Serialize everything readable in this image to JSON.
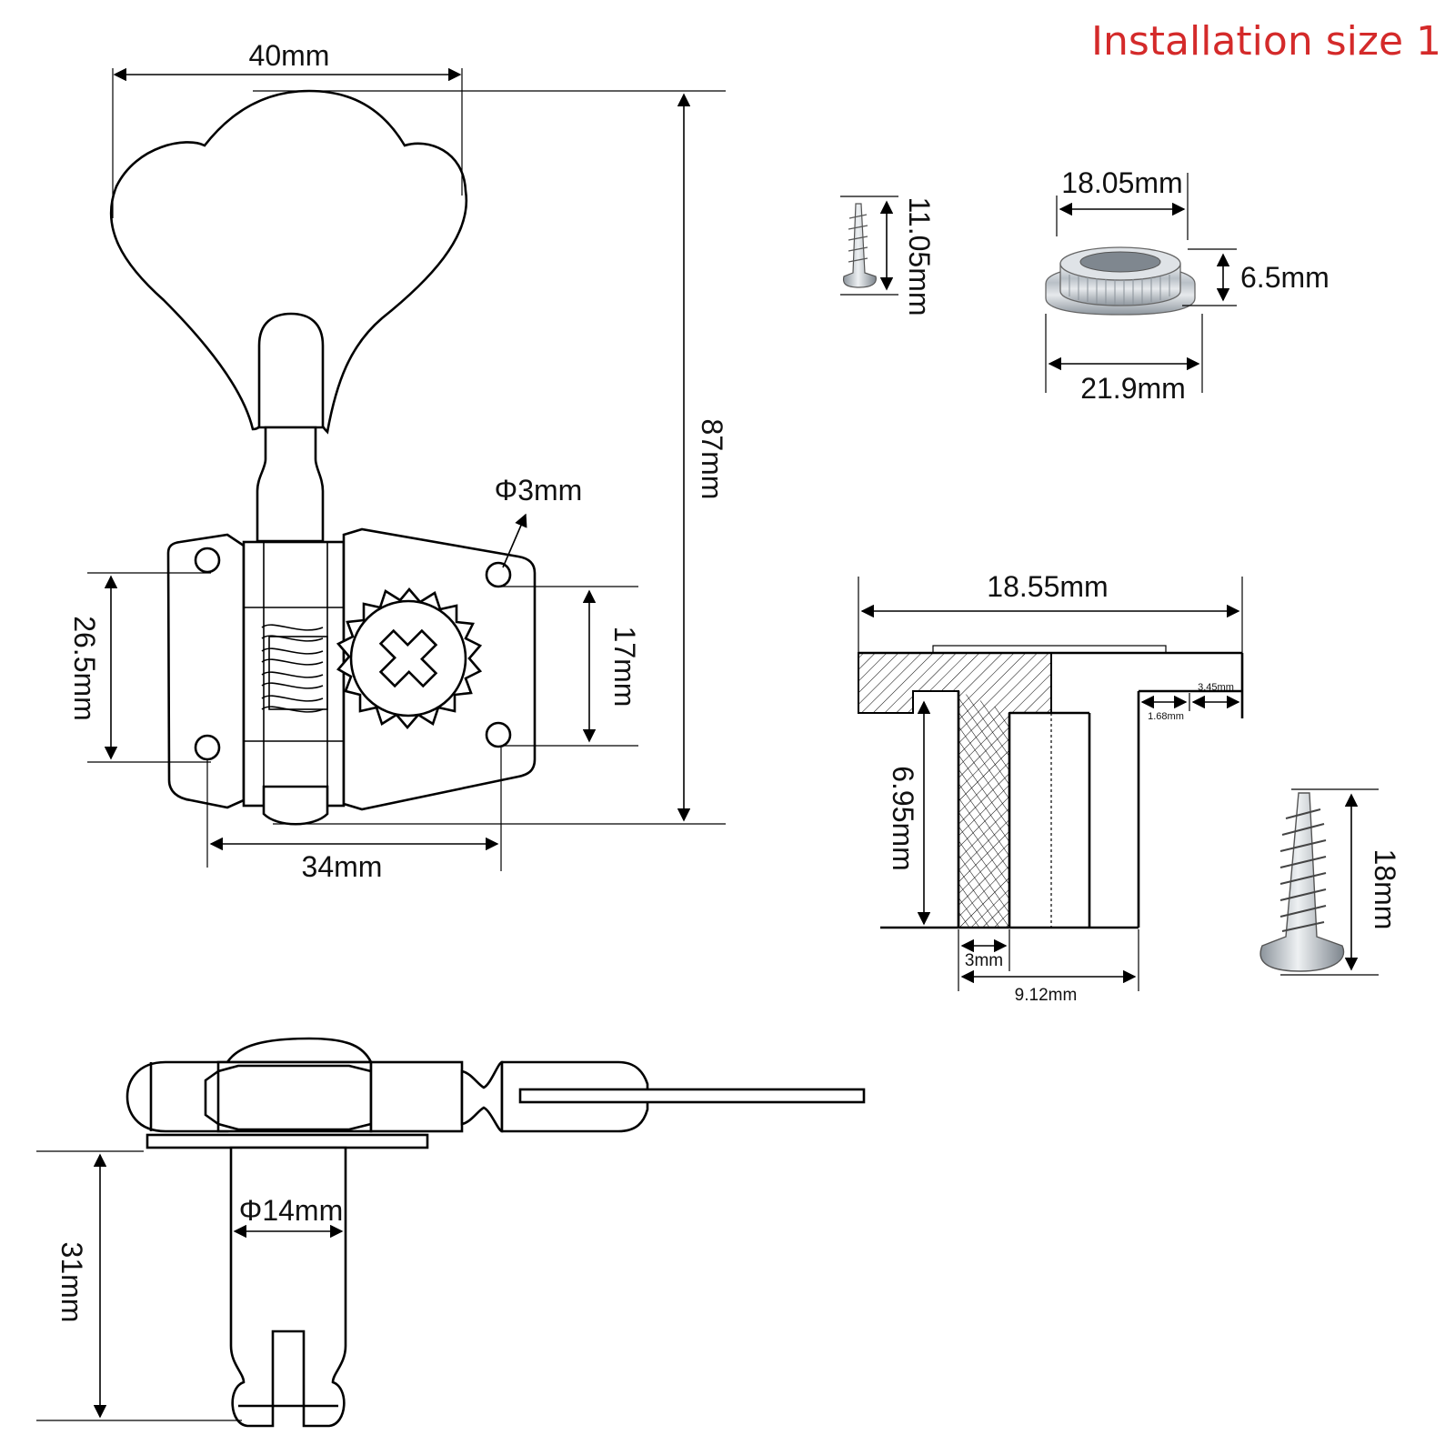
{
  "header": {
    "title": "Installation size 1"
  },
  "tuner_front": {
    "width_label": "40mm",
    "height_label": "87mm",
    "hole_label": "Φ3mm",
    "left_holes_label": "26.5mm",
    "right_holes_label": "17mm",
    "bottom_label": "34mm"
  },
  "small_screw": {
    "length_label": "11.05mm"
  },
  "bushing_photo": {
    "top_label": "18.05mm",
    "height_label": "6.5mm",
    "bottom_label": "21.9mm"
  },
  "bushing_section": {
    "width_label": "18.55mm",
    "height_label": "6.95mm",
    "right_a_label": "3.45mm",
    "right_b_label": "1.68mm",
    "wall_label": "3mm",
    "bore_label": "9.12mm"
  },
  "large_screw": {
    "length_label": "18mm"
  },
  "tuner_side": {
    "post_diameter_label": "Φ14mm",
    "post_length_label": "31mm"
  }
}
